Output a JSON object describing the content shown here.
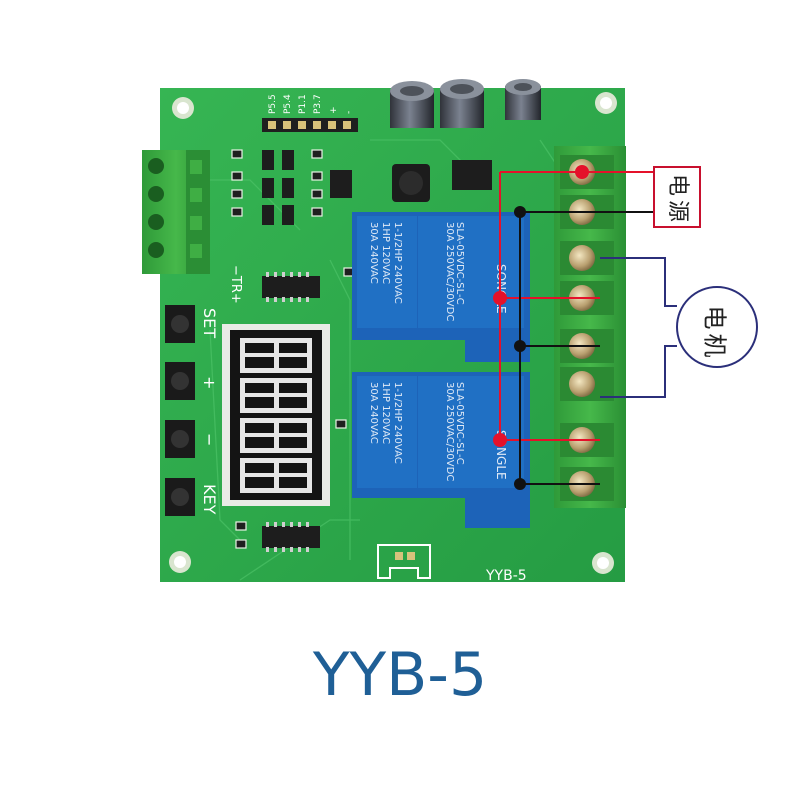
{
  "board": {
    "model_silk": "YYB-5",
    "header_pins": [
      "P5.5",
      "P5.4",
      "P1.1",
      "P3.7",
      "+",
      "-"
    ],
    "button_labels": [
      "SET",
      "+",
      "−",
      "KEY"
    ],
    "trigger_label": "−TR+",
    "display_value": "8.8.8.8"
  },
  "relays": [
    {
      "model": "SLA-05VDC-SL-C",
      "brand": "SONGLE",
      "rating_dc": "30A 250VAC/30VDC",
      "rating_ac1": "1HP 120VAC",
      "rating_ac2": "1-1/2HP 240VAC",
      "rating_ac3": "30A 240VAC"
    },
    {
      "model": "SLA-05VDC-SL-C",
      "brand": "SONGLE",
      "rating_dc": "30A 250VAC/30VDC",
      "rating_ac1": "1HP 120VAC",
      "rating_ac2": "1-1/2HP 240VAC",
      "rating_ac3": "30A 240VAC"
    }
  ],
  "callouts": {
    "power": [
      "电",
      "源"
    ],
    "motor": [
      "电",
      "机"
    ]
  },
  "colors": {
    "pcb": "#2fa84a",
    "relay": "#1d63b8",
    "terminal": "#3aa83f",
    "power_callout": "#c8102e",
    "motor_callout": "#2b2f7a",
    "caption": "#1f5f96"
  },
  "caption": "YYB-5"
}
